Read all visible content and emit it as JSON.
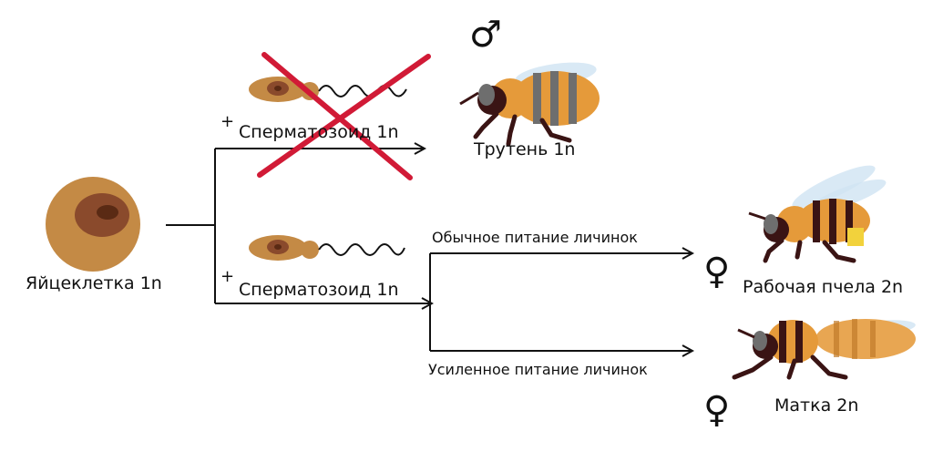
{
  "labels": {
    "egg": "Яйцеклетка 1n",
    "sperm_top": "Сперматозоид 1n",
    "sperm_bottom": "Сперматозоид 1n",
    "drone": "Трутень 1n",
    "worker": "Рабочая пчела 2n",
    "queen": "Матка 2n",
    "normal_feeding": "Обычное питание личинок",
    "enhanced_feeding": "Усиленное питание личинок",
    "plus": "+"
  },
  "symbols": {
    "male": "♂",
    "female": "♀"
  },
  "colors": {
    "egg_outer": "#C48A45",
    "egg_nucleus": "#8A4A2C",
    "egg_nucleolus": "#5A2A14",
    "cross": "#D11A36",
    "bee_orange": "#E59A3A",
    "bee_dark": "#3A1414",
    "bee_grey": "#6E6E6E",
    "wing": "#CFE3F2",
    "line": "#111111"
  },
  "icons": [
    "egg-cell-icon",
    "sperm-cell-icon",
    "drone-bee-icon",
    "worker-bee-icon",
    "queen-bee-icon",
    "male-symbol-icon",
    "female-symbol-icon",
    "cross-icon"
  ]
}
